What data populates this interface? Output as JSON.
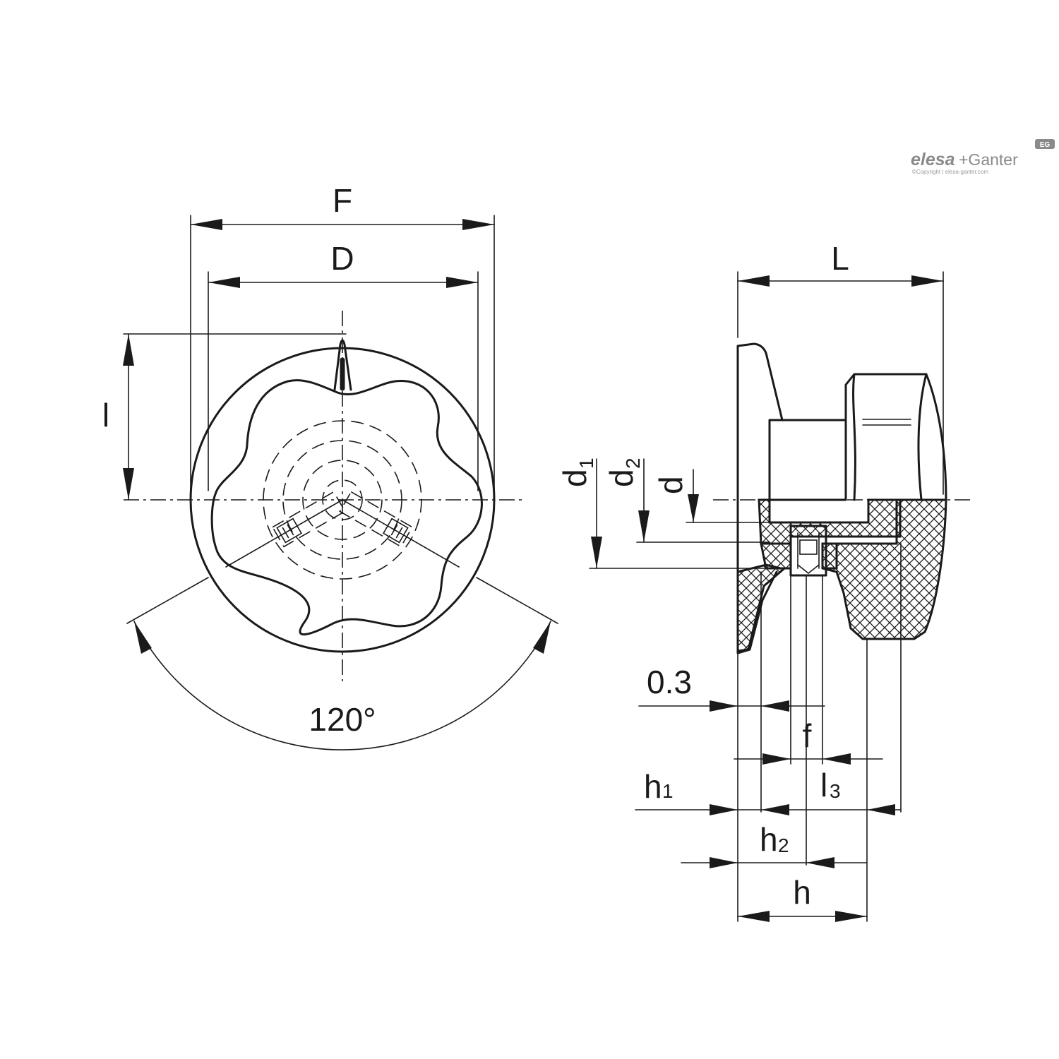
{
  "logo": {
    "brand_main": "elesa",
    "brand_plus": "+Ganter",
    "badge": "EG",
    "copyright": "©Copyright | elesa-ganter.com"
  },
  "front_view": {
    "dims": {
      "F": "F",
      "D": "D",
      "l": "l",
      "angle": "120°"
    }
  },
  "side_view": {
    "dims": {
      "L": "L",
      "d1": "d",
      "d1_sub": "1",
      "d2": "d",
      "d2_sub": "2",
      "d": "d",
      "gap": "0.3",
      "f": "f",
      "h1": "h",
      "h1_sub": "1",
      "l3": "l",
      "l3_sub": "3",
      "h2": "h",
      "h2_sub": "2",
      "h": "h"
    }
  }
}
